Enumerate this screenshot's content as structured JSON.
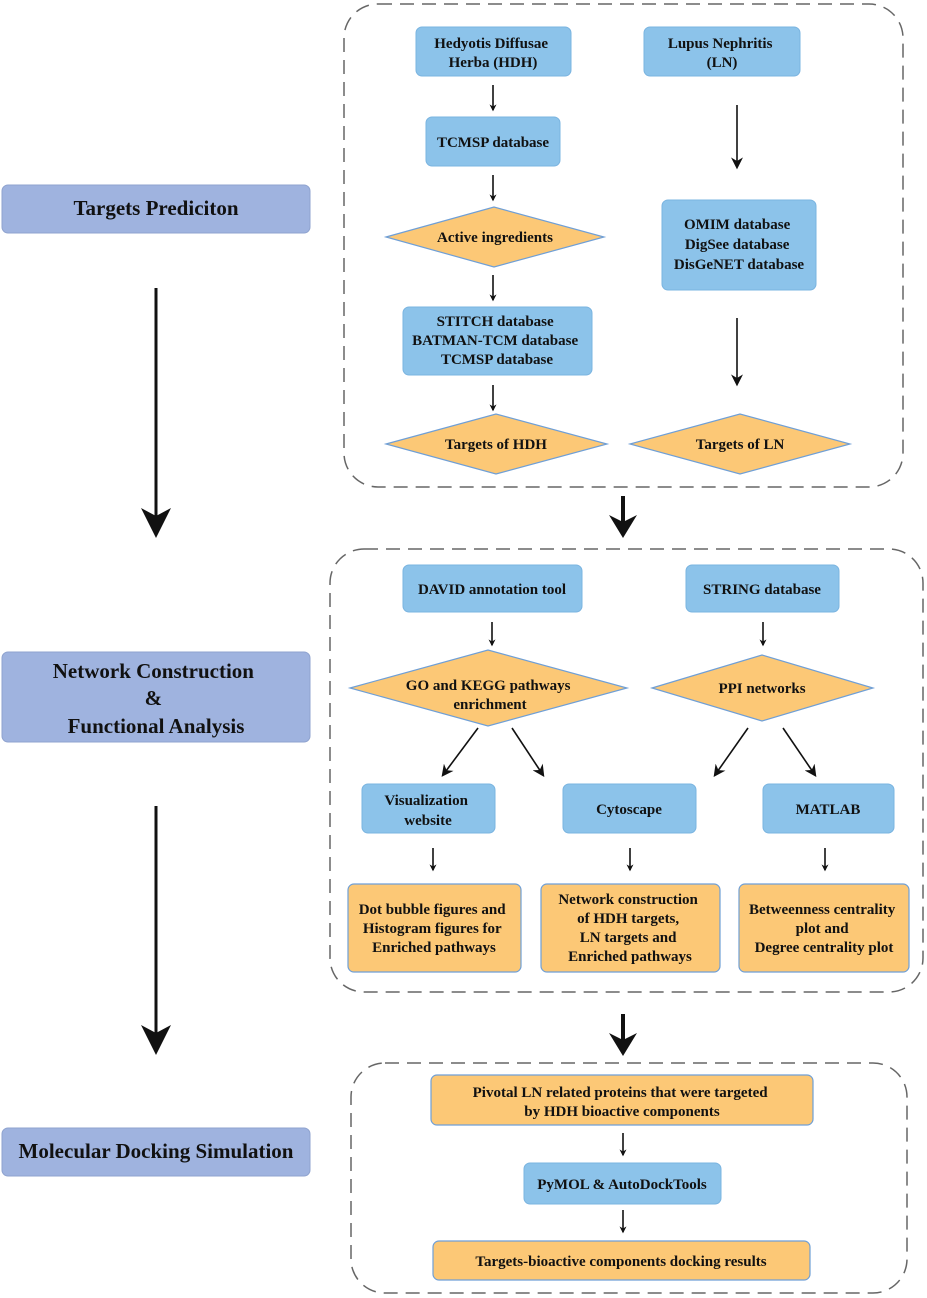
{
  "colors": {
    "stage_fill": "#9fb3df",
    "stage_stroke": "#8fa3cf",
    "blue_fill": "#8cc3ea",
    "blue_stroke": "#7ab4e0",
    "orange_fill": "#fcc876",
    "orange_stroke": "#6f9fd6",
    "arrow": "#111111",
    "dashed_border": "#666666"
  },
  "stages": [
    {
      "id": "stage-targets",
      "lines": [
        "Targets Prediciton"
      ]
    },
    {
      "id": "stage-network",
      "lines": [
        "Network Construction",
        "&",
        "Functional Analysis"
      ]
    },
    {
      "id": "stage-docking",
      "lines": [
        "Molecular Docking Simulation"
      ]
    }
  ],
  "nodes": [
    {
      "id": "hdh",
      "shape": "box",
      "color": "blue",
      "lines": [
        "Hedyotis Diffusae",
        "Herba (HDH)"
      ]
    },
    {
      "id": "ln",
      "shape": "box",
      "color": "blue",
      "lines": [
        "Lupus Nephritis",
        "(LN)"
      ]
    },
    {
      "id": "tcmsp",
      "shape": "box",
      "color": "blue",
      "lines": [
        "TCMSP database"
      ]
    },
    {
      "id": "active",
      "shape": "diamond",
      "color": "orange",
      "lines": [
        "Active ingredients"
      ]
    },
    {
      "id": "omim",
      "shape": "box",
      "color": "blue",
      "lines": [
        "OMIM database",
        "DigSee database",
        "DisGeNET database"
      ]
    },
    {
      "id": "stitch",
      "shape": "box",
      "color": "blue",
      "lines": [
        "STITCH database",
        "BATMAN-TCM database",
        "TCMSP database"
      ]
    },
    {
      "id": "targets-hdh",
      "shape": "diamond",
      "color": "orange",
      "lines": [
        "Targets of HDH"
      ]
    },
    {
      "id": "targets-ln",
      "shape": "diamond",
      "color": "orange",
      "lines": [
        "Targets of LN"
      ]
    },
    {
      "id": "david",
      "shape": "box",
      "color": "blue",
      "lines": [
        "DAVID annotation tool"
      ]
    },
    {
      "id": "string",
      "shape": "box",
      "color": "blue",
      "lines": [
        "STRING database"
      ]
    },
    {
      "id": "go-kegg",
      "shape": "diamond",
      "color": "orange",
      "lines": [
        "GO and KEGG pathways",
        "enrichment"
      ]
    },
    {
      "id": "ppi",
      "shape": "diamond",
      "color": "orange",
      "lines": [
        "PPI networks"
      ]
    },
    {
      "id": "viz",
      "shape": "box",
      "color": "blue",
      "lines": [
        "Visualization",
        "website"
      ]
    },
    {
      "id": "cytoscape",
      "shape": "box",
      "color": "blue",
      "lines": [
        "Cytoscape"
      ]
    },
    {
      "id": "matlab",
      "shape": "box",
      "color": "blue",
      "lines": [
        "MATLAB"
      ]
    },
    {
      "id": "dot-bubble",
      "shape": "box",
      "color": "orange",
      "lines": [
        "Dot bubble figures and",
        "Histogram figures for",
        "Enriched pathways"
      ]
    },
    {
      "id": "network-construction",
      "shape": "box",
      "color": "orange",
      "lines": [
        "Network construction",
        "of HDH targets,",
        "LN targets and",
        "Enriched pathways"
      ]
    },
    {
      "id": "betweenness",
      "shape": "box",
      "color": "orange",
      "lines": [
        "Betweenness centrality",
        "plot and",
        "Degree centrality plot"
      ]
    },
    {
      "id": "pivotal",
      "shape": "box",
      "color": "orange",
      "lines": [
        "Pivotal LN related proteins that were targeted",
        "by HDH bioactive components"
      ]
    },
    {
      "id": "pymol",
      "shape": "box",
      "color": "blue",
      "lines": [
        "PyMOL & AutoDockTools"
      ]
    },
    {
      "id": "docking-results",
      "shape": "box",
      "color": "orange",
      "lines": [
        "Targets-bioactive components docking results"
      ]
    }
  ]
}
